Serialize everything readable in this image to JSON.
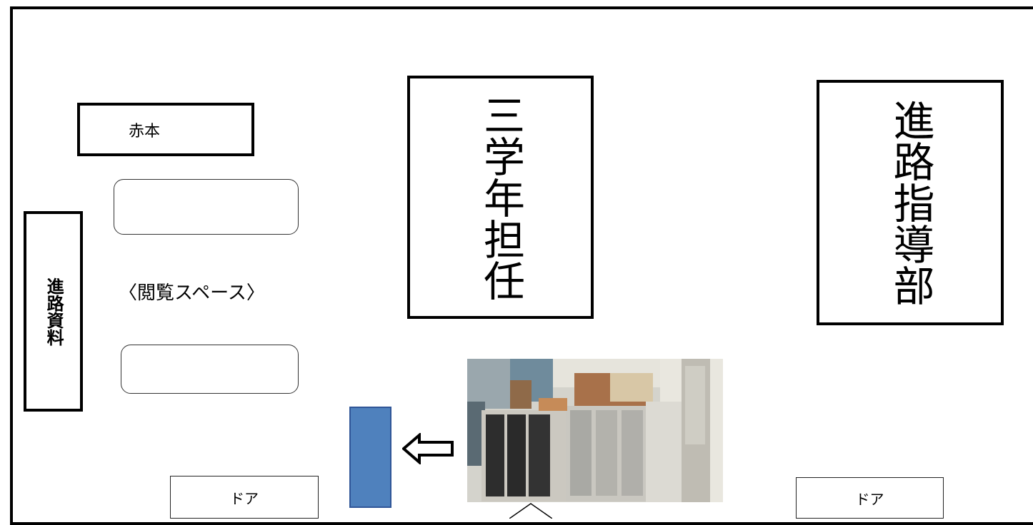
{
  "room": {
    "red_books": "赤本",
    "reading_space": "〈閲覧スペース〉",
    "career_materials": "進路資料",
    "third_grade_teachers": "三学年担任",
    "career_guidance_dept": "進路指導部",
    "door_left": "ドア",
    "door_right": "ドア"
  },
  "colors": {
    "marker_fill": "#4f81bd",
    "marker_border": "#2f5597"
  },
  "icons": {
    "arrow": "left-arrow-icon",
    "photo": "filing-cabinet-photo"
  }
}
